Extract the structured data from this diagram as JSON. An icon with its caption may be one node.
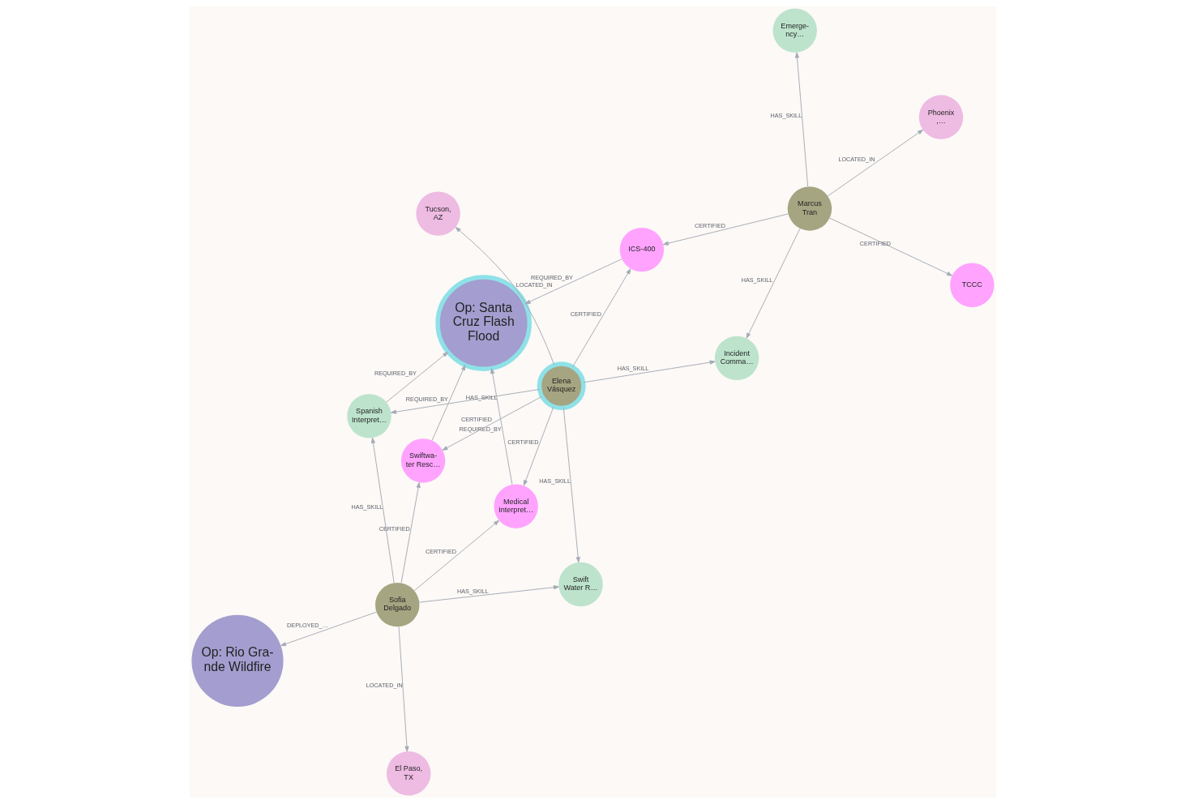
{
  "diagram": {
    "nodes": [
      {
        "text": [
          "Medical Interpret…"
        ]
      },
      {
        "text": [
          "Sofia Delgado"
        ]
      },
      {
        "text": [
          "Op: Rio Gra- nde Wildfire"
        ]
      },
      {
        "text": [
          "Spanish Interpret…"
        ]
      },
      {
        "text": [
          "Op: Santa Cruz Flash Flood"
        ]
      },
      {
        "text": [
          "Swiftwa- ter Resc…"
        ]
      },
      {
        "text": [
          "Swift Water R…"
        ]
      },
      {
        "text": [
          "El Paso, TX"
        ]
      },
      {
        "text": [
          "ICS-400"
        ]
      },
      {
        "text": [
          "Marcus Tran"
        ]
      },
      {
        "text": [
          "Elena Vásquez"
        ]
      },
      {
        "text": [
          "Emerge- ncy…"
        ]
      },
      {
        "text": [
          "Incident Comma…"
        ]
      },
      {
        "text": [
          "Tucson, AZ"
        ]
      },
      {
        "text": [
          "Phoenix ,…"
        ]
      },
      {
        "text": [
          "TCCC"
        ]
      }
    ],
    "edges": [
      {
        "from": 1,
        "to": 0,
        "arrow": "to",
        "label": "CERTIFIED"
      },
      {
        "from": 1,
        "to": 2,
        "arrow": "to",
        "label": "DEPLOYED_…"
      },
      {
        "from": 1,
        "to": 3,
        "arrow": "to",
        "label": "HAS_SKILL"
      },
      {
        "from": 1,
        "to": 5,
        "arrow": "to",
        "label": "CERTIFIED"
      },
      {
        "from": 1,
        "to": 6,
        "arrow": "to",
        "label": "HAS_SKILL"
      },
      {
        "from": 1,
        "to": 7,
        "arrow": "to",
        "label": "LOCATED_IN"
      },
      {
        "from": 0,
        "to": 4,
        "arrow": "to",
        "label": "REQUIRED_BY"
      },
      {
        "from": 3,
        "to": 4,
        "arrow": "to",
        "label": "REQUIRED_BY"
      },
      {
        "from": 5,
        "to": 4,
        "arrow": "to",
        "label": "REQUIRED_BY"
      },
      {
        "from": 8,
        "to": 4,
        "arrow": "to",
        "label": "REQUIRED_BY"
      },
      {
        "from": 10,
        "to": 0,
        "arrow": "to",
        "label": "CERTIFIED"
      },
      {
        "from": 10,
        "to": 3,
        "arrow": "to",
        "label": "HAS_SKILL"
      },
      {
        "from": 10,
        "to": 5,
        "arrow": "to",
        "label": "CERTIFIED"
      },
      {
        "from": 10,
        "to": 6,
        "arrow": "to",
        "label": "HAS_SKILL"
      },
      {
        "from": 10,
        "to": 8,
        "arrow": "to",
        "label": "CERTIFIED"
      },
      {
        "from": 10,
        "to": 12,
        "arrow": "to",
        "label": "HAS_SKILL"
      },
      {
        "from": 10,
        "to": 13,
        "arrow": "to",
        "label": "LOCATED_IN"
      },
      {
        "from": 9,
        "to": 8,
        "arrow": "to",
        "label": "CERTIFIED"
      },
      {
        "from": 9,
        "to": 11,
        "arrow": "to",
        "label": "HAS_SKILL"
      },
      {
        "from": 9,
        "to": 15,
        "arrow": "to",
        "label": "CERTIFIED"
      },
      {
        "from": 9,
        "to": 14,
        "arrow": "to",
        "label": "LOCATED_IN"
      },
      {
        "from": 9,
        "to": 12,
        "arrow": "to",
        "label": "HAS_SKILL"
      }
    ]
  }
}
